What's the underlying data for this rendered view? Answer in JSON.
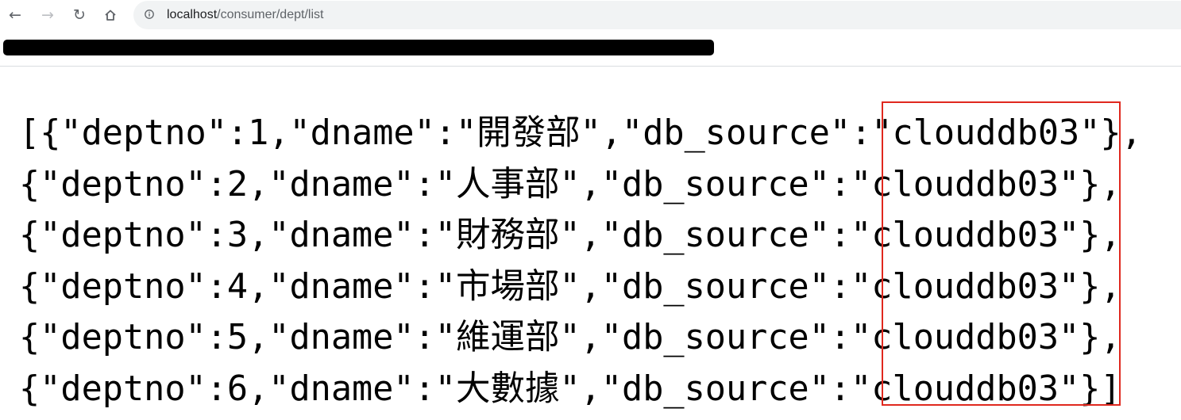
{
  "browser": {
    "url_host": "localhost",
    "url_path": "/consumer/dept/list",
    "icons": {
      "back": "back-arrow-icon",
      "forward": "forward-arrow-icon",
      "reload": "reload-icon",
      "home": "home-icon",
      "info": "info-icon"
    }
  },
  "response": {
    "lines": [
      "[{\"deptno\":1,\"dname\":\"開發部\",\"db_source\":\"clouddb03\"},",
      "{\"deptno\":2,\"dname\":\"人事部\",\"db_source\":\"clouddb03\"},",
      "{\"deptno\":3,\"dname\":\"財務部\",\"db_source\":\"clouddb03\"},",
      "{\"deptno\":4,\"dname\":\"市場部\",\"db_source\":\"clouddb03\"},",
      "{\"deptno\":5,\"dname\":\"維運部\",\"db_source\":\"clouddb03\"},",
      "{\"deptno\":6,\"dname\":\"大數據\",\"db_source\":\"clouddb03\"}]"
    ]
  },
  "colors": {
    "highlight": "#e0281e",
    "redaction": "#000000",
    "text": "#000000"
  }
}
